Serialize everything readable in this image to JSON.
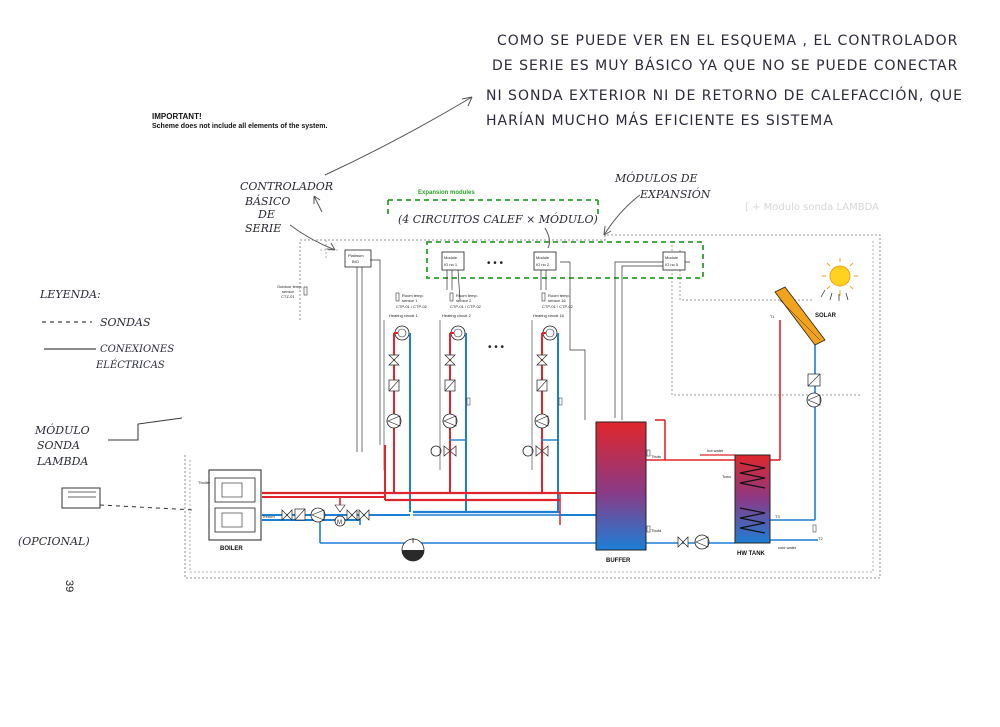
{
  "notes": {
    "top_lines": [
      "COMO SE PUEDE VER EN EL ESQUEMA , EL CONTROLADOR",
      "DE SERIE ES MUY BÁSICO YA QUE NO SE PUEDE CONECTAR",
      "NI SONDA EXTERIOR NI DE RETORNO DE CALEFACCIÓN, QUE",
      "HARÍAN MUCHO MÁS EFICIENTE ES SISTEMA"
    ],
    "controller": [
      "CONTROLADOR",
      "BÁSICO",
      "DE",
      "SERIE"
    ],
    "expansion": [
      "MÓDULOS DE",
      "EXPANSIÓN"
    ],
    "circuits": "(4 CIRCUITOS CALEF × MÓDULO)",
    "legend_title": "LEYENDA:",
    "legend_sondas": "SONDAS",
    "legend_conexiones": [
      "CONEXIONES",
      "ELÉCTRICAS"
    ],
    "lambda": [
      "MÓDULO",
      "SONDA",
      "LAMBDA"
    ],
    "optional": "(OPCIONAL)",
    "page_number": "39",
    "faint_note": "[ + Modulo sonda LAMBDA"
  },
  "printed": {
    "important_title": "IMPORTANT!",
    "important_text": "Scheme does not include all elements of the system.",
    "expansion_label": "Expansion modules",
    "platinum": [
      "Platinum",
      "BIO"
    ],
    "module": [
      "Module",
      "IO no 1",
      "IO no 2",
      "IO no 5"
    ],
    "dots": "• • •",
    "outdoor": [
      "Outdoor temp.",
      "sensor",
      "CTZ-01"
    ],
    "room_sensor": [
      "Room temp.",
      "sensor 1",
      "sensor 2",
      "sensor 16",
      "CTP-01 / CTP-02"
    ],
    "circuit": [
      "Heating circuit 1",
      "Heating circuit 2",
      "Heating circuit 16"
    ],
    "boiler": "BOILER",
    "buffer": "BUFFER",
    "hw_tank": "HW TANK",
    "solar": "SOLAR",
    "hot_water": "hot water",
    "cold_water": "cold water",
    "sensors": [
      "Tboiler",
      "Treturn",
      "Tbufu",
      "Tbufd",
      "Tcfd",
      "Tcfd",
      "T1",
      "T2",
      "Tcwu",
      "T3"
    ]
  },
  "colors": {
    "supply": "#e0262b",
    "return": "#1c7fd6",
    "expansion": "#2da02d",
    "ink": "#2a2a3a"
  }
}
